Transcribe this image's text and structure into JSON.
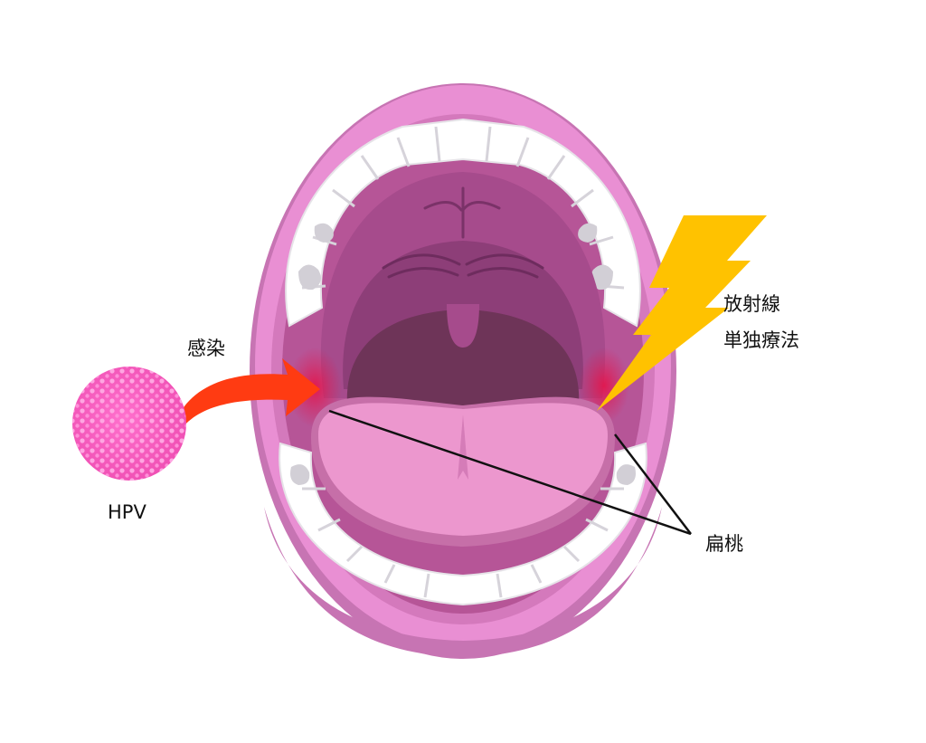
{
  "labels": {
    "infection": "感染",
    "hpv": "HPV",
    "radiation_line1": "放射線",
    "radiation_line2": "単独療法",
    "tonsil": "扁桃"
  },
  "colors": {
    "lip": "#e98fd3",
    "lip_shadow": "#c774b3",
    "gum": "#b65597",
    "palate": "#a64b8c",
    "palate_dark": "#8d3e78",
    "throat": "#6e3458",
    "tongue": "#ec97ce",
    "tongue_shadow": "#c66fa8",
    "tooth": "#ffffff",
    "tooth_shade": "#d8d6da",
    "virus": "#f25dbe",
    "virus_dots": "#ff9bde",
    "infection_arrow": "#ff3b12",
    "lightning": "#ffc200",
    "inflammation": "#e2174e"
  }
}
